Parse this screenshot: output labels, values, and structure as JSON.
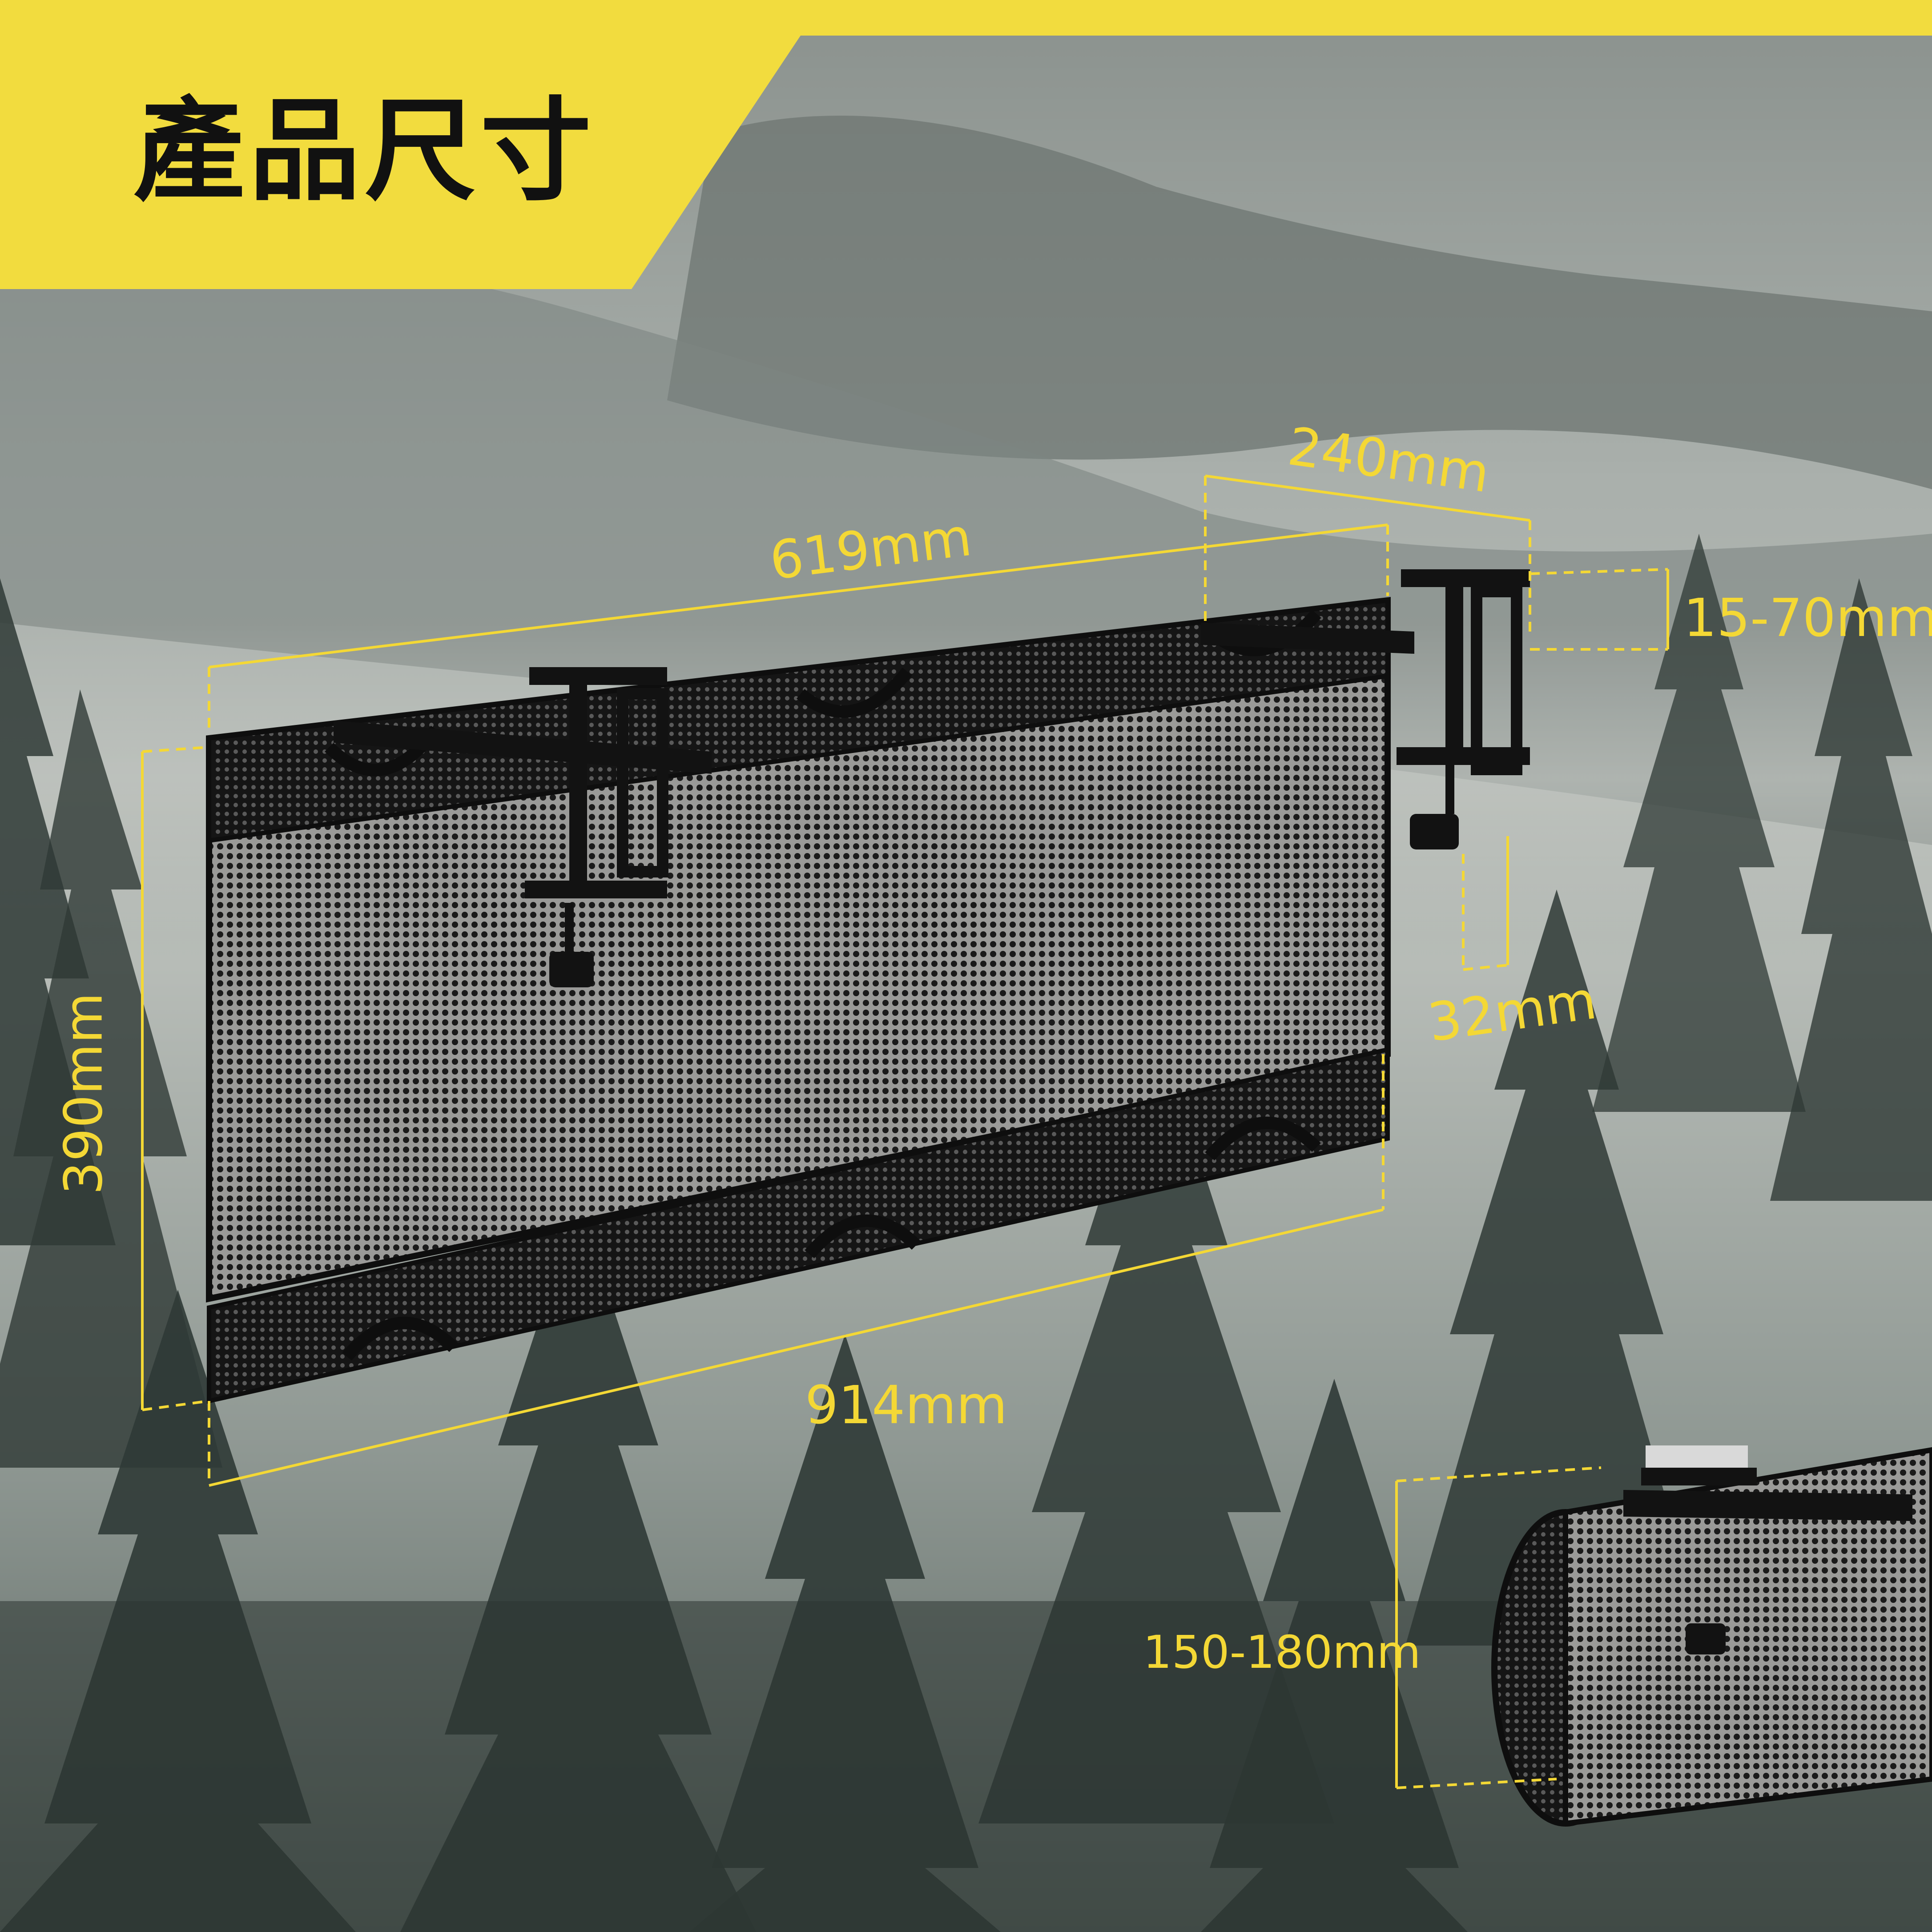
{
  "title": "產品尺寸",
  "colors": {
    "banner": "#f2dc3e",
    "dimension_lines": "#f4d835",
    "sky": "#b8bdb8",
    "forest": "#2f3a36",
    "product": "#141414"
  },
  "dimensions": {
    "depth": "240mm",
    "inner_width": "619mm",
    "clamp_range": "15-70mm",
    "height": "390mm",
    "clamp_width": "32mm",
    "total_width": "914mm",
    "rolled_diameter": "150-180mm"
  }
}
